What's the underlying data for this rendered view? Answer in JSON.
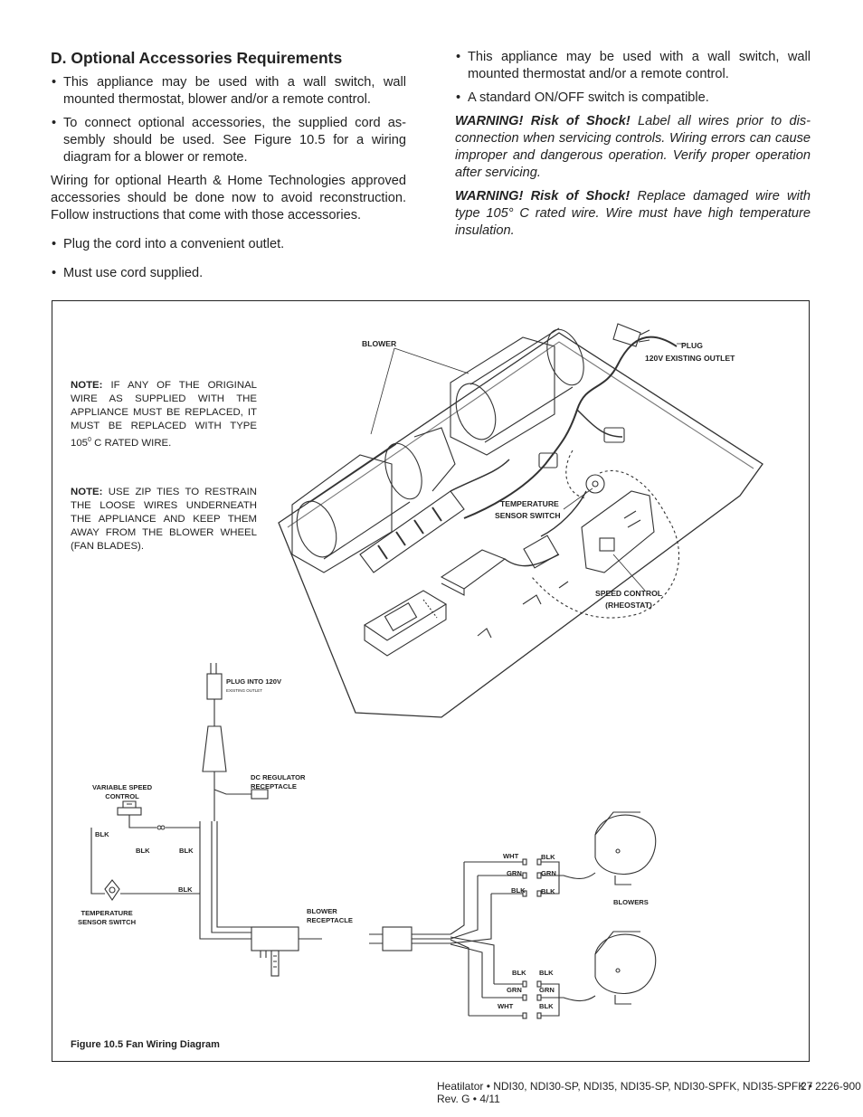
{
  "section": {
    "title": "D.  Optional Accessories Requirements",
    "bullets_a": [
      "This appliance may be used with a wall switch, wall mounted thermostat, blower and/or a remote control.",
      "To connect optional accessories, the supplied cord as-sembly should be used.  See Figure 10.5  for a wiring diagram for a blower or remote."
    ],
    "paragraph": "Wiring for optional Hearth & Home Technologies approved accessories should be done now to avoid reconstruction. Follow instructions that come with those accessories.",
    "bullets_b": [
      "Plug the cord into a convenient outlet.",
      "Must use cord supplied."
    ],
    "bullets_right": [
      "This appliance may be used with a wall switch, wall mounted thermostat and/or a remote control.",
      "A standard ON/OFF switch is compatible."
    ],
    "warning1_label": "WARNING! Risk of Shock!",
    "warning1_text": "Label all wires prior to dis-connection when servicing controls. Wiring errors can cause improper and dangerous operation. Verify proper operation after servicing.",
    "warning2_label": "WARNING! Risk of Shock!",
    "warning2_text": "Replace damaged wire with type 105° C rated wire. Wire must have high temperature insulation."
  },
  "figure": {
    "note1_label": "NOTE:",
    "note1_text": "If any of the original wire  as supplied with the appliance must be replaced, it must be replaced with type 105",
    "note1_sup": "0",
    "note1_tail": " C rated wire.",
    "note2_label": "NOTE:",
    "note2_text": "Use zip ties to restrain the loose wires underneath the appliance and keep them away from the blower wheel (fan blades).",
    "labels": {
      "blower": "BLOWER",
      "plug": "PLUG",
      "plug_outlet": "120V EXISTING OUTLET",
      "temp_sensor_1": "TEMPERATURE",
      "temp_sensor_2": "SENSOR SWITCH",
      "speed_control_1": "SPEED CONTROL",
      "speed_control_2": "(RHEOSTAT)",
      "plug_into": "PLUG INTO 120V",
      "existing_outlet": "EXISTING OUTLET",
      "dc_reg_1": "DC REGULATOR",
      "dc_reg_2": "RECEPTACLE",
      "var_speed_1": "VARIABLE SPEED",
      "var_speed_2": "CONTROL",
      "blower_rec_1": "BLOWER",
      "blower_rec_2": "RECEPTACLE",
      "temp_switch_1": "TEMPERATURE",
      "temp_switch_2": "SENSOR SWITCH",
      "blowers": "BLOWERS"
    },
    "wires": {
      "blk": "BLK",
      "wht": "WHT",
      "grn": "GRN"
    },
    "caption": "Figure 10.5 Fan Wiring Diagram"
  },
  "footer": {
    "text": "Heatilator  •  NDI30, NDI30-SP, NDI35, NDI35-SP, NDI30-SPFK, NDI35-SPFK  •  2226-900 Rev. G  •  4/11",
    "page": "27"
  }
}
